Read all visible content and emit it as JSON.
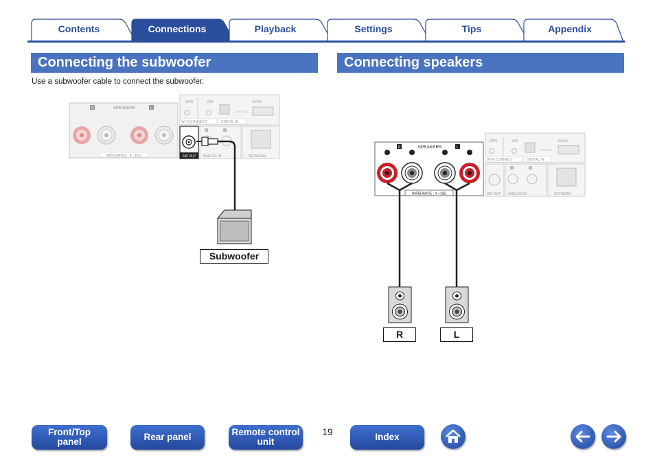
{
  "tabs": [
    {
      "label": "Contents",
      "active": false
    },
    {
      "label": "Connections",
      "active": true
    },
    {
      "label": "Playback",
      "active": false
    },
    {
      "label": "Settings",
      "active": false
    },
    {
      "label": "Tips",
      "active": false
    },
    {
      "label": "Appendix",
      "active": false
    }
  ],
  "left_section": {
    "title": "Connecting the subwoofer",
    "caption": "Use a subwoofer cable to connect the subwoofer.",
    "device_label": "Subwoofer"
  },
  "right_section": {
    "title": "Connecting speakers",
    "speaker_r": "R",
    "speaker_l": "L"
  },
  "panel": {
    "speakers": "SPEAKERS",
    "ch_r": "R",
    "ch_l": "L",
    "impedance": "IMPEDANCE : 4 ~16Ω",
    "wps": "WPS",
    "ios": "iOS",
    "optical": "OPTICAL",
    "usb": "5V/1A",
    "wifi_connect": "Wi-Fi CONNECT",
    "digital_in": "DIGITAL IN",
    "sw_out": "SW OUT",
    "analog_in": "ANALOG IN",
    "network": "NETWORK"
  },
  "bottom_nav": {
    "front_top_1": "Front/Top",
    "front_top_2": "panel",
    "rear_panel": "Rear panel",
    "remote_1": "Remote control",
    "remote_2": "unit",
    "page_number": "19",
    "index": "Index"
  },
  "icons": {
    "home": "home-icon",
    "back": "arrow-left-icon",
    "forward": "arrow-right-icon"
  },
  "colors": {
    "brand_blue": "#2a4d9c",
    "header_blue": "#4a73c0",
    "terminal_red": "#c8202a"
  }
}
